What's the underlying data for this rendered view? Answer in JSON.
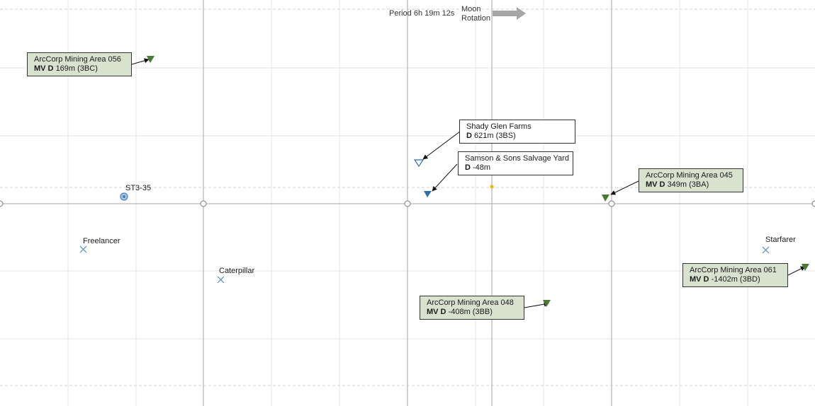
{
  "header": {
    "period_label": "Period 6h 19m 12s",
    "rotation_label_1": "Moon",
    "rotation_label_2": "Rotation"
  },
  "colors": {
    "callout_green_bg": "#d8e2cf",
    "marker_green": "#4a7a32",
    "marker_blue": "#2e6fb0",
    "marker_blue_outline": "#2e6fb0",
    "center_dot": "#f0b400",
    "arrow_gray": "#a0a0a0"
  },
  "outposts": [
    {
      "name": "ArcCorp Mining Area 056",
      "prefix": "MV D",
      "detail": "169m (3BC)",
      "marker": "green-triangle"
    },
    {
      "name": "ArcCorp Mining Area 045",
      "prefix": "MV D",
      "detail": "349m (3BA)",
      "marker": "green-triangle"
    },
    {
      "name": "ArcCorp Mining Area 048",
      "prefix": "MV D",
      "detail": "-408m (3BB)",
      "marker": "green-triangle"
    },
    {
      "name": "ArcCorp Mining Area 061",
      "prefix": "MV D",
      "detail": "-1402m (3BD)",
      "marker": "green-triangle"
    },
    {
      "name": "Shady Glen Farms",
      "prefix": "D",
      "detail": "621m (3BS)",
      "marker": "blue-outline-triangle"
    },
    {
      "name": "Samson & Sons Salvage Yard",
      "prefix": "D",
      "detail": "-48m",
      "marker": "blue-filled-triangle"
    }
  ],
  "wrecks": [
    {
      "name": "Freelancer",
      "marker": "cross"
    },
    {
      "name": "Caterpillar",
      "marker": "cross"
    },
    {
      "name": "Starfarer",
      "marker": "cross"
    }
  ],
  "waypoints": [
    {
      "name": "ST3-35",
      "marker": "blue-circle"
    }
  ]
}
